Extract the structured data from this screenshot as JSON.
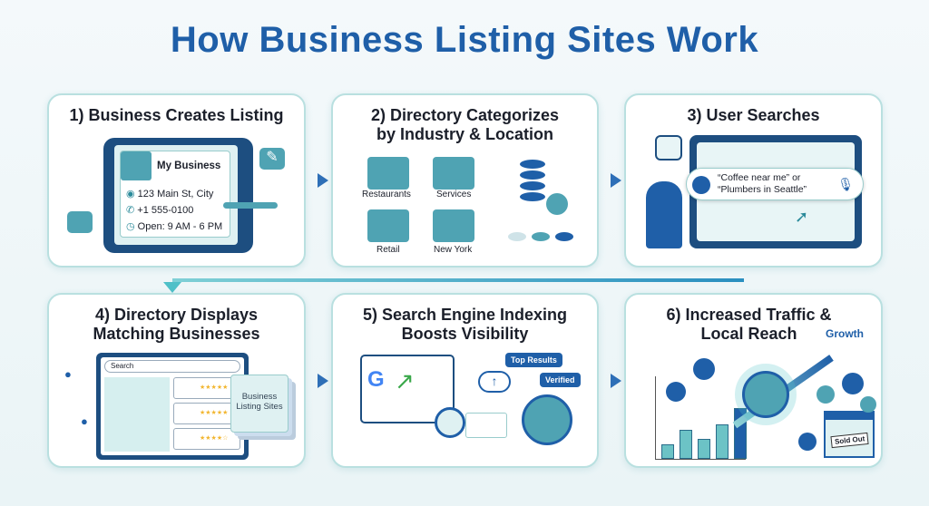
{
  "title": "How Business Listing Sites Work",
  "steps": [
    {
      "title": "1) Business Creates Listing",
      "business_name": "My Business",
      "address": "123 Main St, City",
      "phone": "+1 555-0100",
      "hours": "Open: 9 AM - 6 PM"
    },
    {
      "title": "2) Directory Categorizes\nby Industry & Location",
      "categories": [
        "Restaurants",
        "Services",
        "Retail",
        "New York"
      ]
    },
    {
      "title": "3) User Searches",
      "query": "“Coffee near me” or\n“Plumbers in Seattle”"
    },
    {
      "title": "4) Directory Displays\nMatching Businesses",
      "search_placeholder": "Search",
      "stack_label": "Business\nListing Sites"
    },
    {
      "title": "5) Search Engine Indexing\nBoosts Visibility",
      "badges": [
        "Top Results",
        "Verified"
      ]
    },
    {
      "title": "6) Increased Traffic &\nLocal Reach",
      "growth_label": "Growth",
      "sign": "Sold Out"
    }
  ],
  "colors": {
    "title": "#1f5fa8",
    "accent": "#4fa3b3",
    "dark": "#1d4e80"
  }
}
